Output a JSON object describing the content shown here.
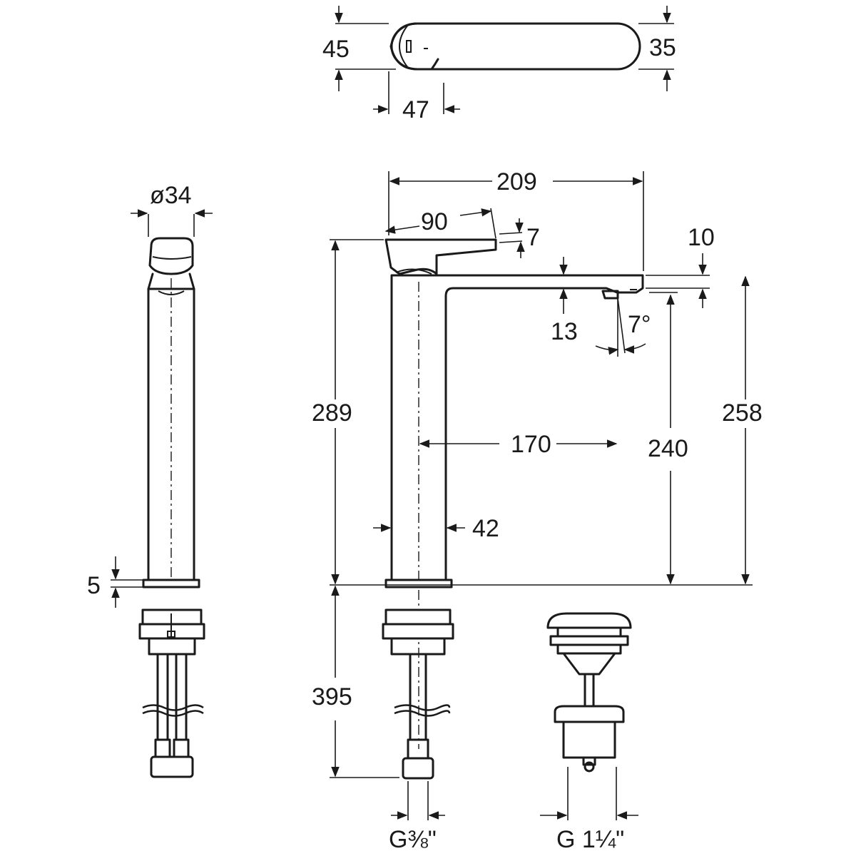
{
  "dimensions": {
    "top_height_left": "45",
    "top_height_right": "35",
    "top_width": "47",
    "diameter": "ø34",
    "washer_thickness": "5",
    "total_length": "209",
    "lever_length": "90",
    "lever_angle_offset": "7",
    "spout_thickness_top": "10",
    "spout_thickness_outlet": "13",
    "outlet_angle": "7°",
    "height_total": "289",
    "spout_reach": "170",
    "outlet_height": "240",
    "spout_height": "258",
    "body_width": "42",
    "hose_length": "395",
    "hose_thread": "G⅜\"",
    "waste_thread": "G 1¼\""
  }
}
